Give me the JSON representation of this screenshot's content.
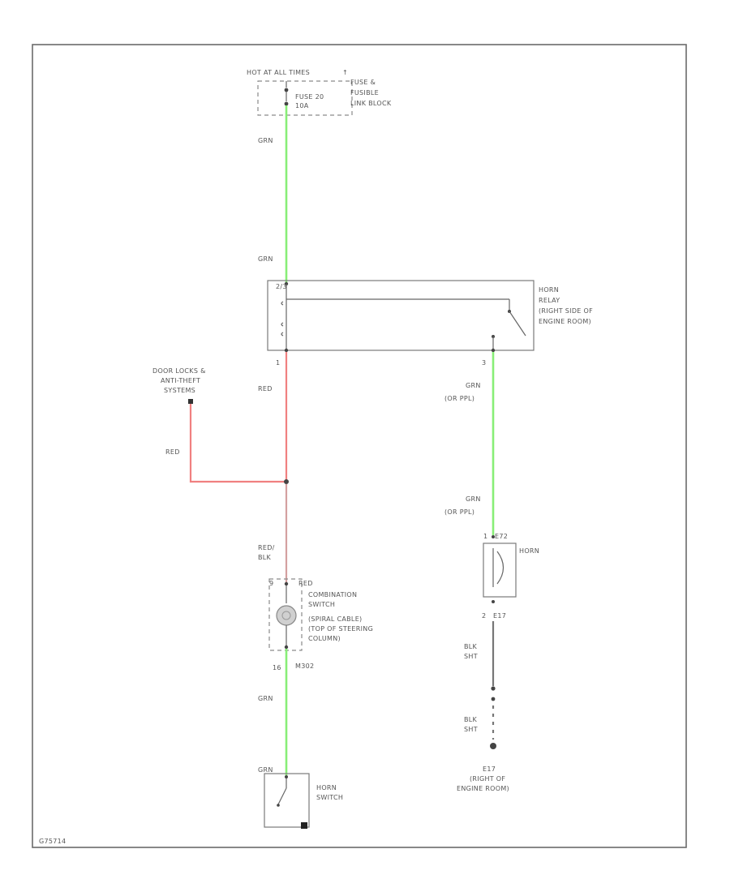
{
  "diagram": {
    "hot_at_all_times": "HOT AT ALL TIMES",
    "fuse_block": {
      "fuse_line1": "FUSE 20",
      "fuse_line2": "10A",
      "name_line1": "FUSE &",
      "name_line2": "FUSIBLE",
      "name_line3": "LINK BLOCK"
    },
    "wire_grn_1": "GRN",
    "wire_grn_2": "GRN",
    "horn_relay": {
      "pin_top": "2/3",
      "pin_bottom_left": "1",
      "pin_bottom_right": "3",
      "name_line1": "HORN",
      "name_line2": "RELAY",
      "name_line3": "(RIGHT SIDE OF",
      "name_line4": "ENGINE ROOM)"
    },
    "door_locks": {
      "line1": "DOOR LOCKS &",
      "line2": "ANTI-THEFT",
      "line3": "SYSTEMS"
    },
    "wire_red_branch": "RED",
    "wire_red_main": "RED",
    "wire_red_blk_1": "RED/",
    "wire_red_blk_2": "BLK",
    "combination_switch": {
      "pin_top": "9",
      "pin_top_color": "RED",
      "pin_bottom": "16",
      "pin_bottom_color": "M302",
      "name_line1": "COMBINATION",
      "name_line2": "SWITCH",
      "name_line3": "(SPIRAL CABLE)",
      "name_line4": "(TOP OF STEERING",
      "name_line5": "COLUMN)"
    },
    "wire_grn_3": "GRN",
    "wire_grn_4": "GRN",
    "horn_switch": {
      "line1": "HORN",
      "line2": "SWITCH"
    },
    "wire_grn_horn_1": "GRN",
    "wire_grn_horn_1b": "(OR PPL)",
    "wire_grn_horn_2": "GRN",
    "wire_grn_horn_2b": "(OR PPL)",
    "horn": {
      "pin_top": "1",
      "pin_top_conn": "E72",
      "name": "HORN",
      "pin_bottom": "2",
      "pin_bottom_conn": "E17"
    },
    "wire_blk_1": "BLK",
    "wire_blk_1b": "SHT",
    "wire_blk_2": "BLK",
    "wire_blk_2b": "SHT",
    "ground": {
      "line1": "E17",
      "line2": "(RIGHT OF",
      "line3": "ENGINE ROOM)"
    },
    "figure_id": "G75714"
  }
}
